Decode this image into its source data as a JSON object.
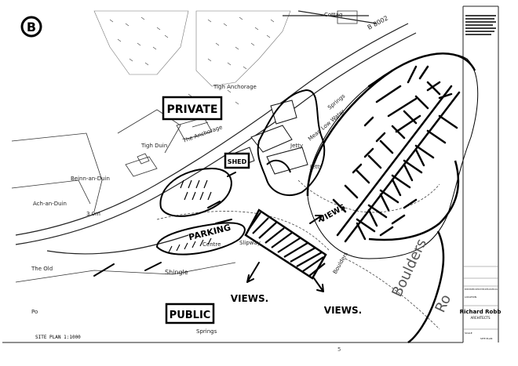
{
  "sheet": {
    "circle_mark": "B",
    "footer_left": "SITE PLAN 1:1000",
    "footer_center": "5"
  },
  "annotations": {
    "private": "PRIVATE",
    "public": "PUBLIC",
    "parking": "PARKING",
    "views_right": "VIEWS",
    "views_bottom_left": "VIEWS.",
    "views_bottom_right": "VIEWS.",
    "shed": "SHED"
  },
  "place_names": {
    "cottage": "Cottag",
    "b8002": "B 8002",
    "tigh_anchorage": "Tigh Anchorage",
    "the_anchorage": "The Anchorage",
    "tigh_duin": "Tigh Duin",
    "beinn_an_duin": "Beinn-an-Duin",
    "ach_an_duin": "Ach-an-Duin",
    "ach_an_duin_level": "3.0m",
    "shingle": "Shingle",
    "springs_top": "Springs",
    "mean_low_water": "Mean Low Water",
    "jetty_1": "Jetty",
    "jetty_2": "Jetty",
    "centre": "Centre",
    "slipway": "Slipway",
    "boulders_small": "Boulders",
    "boulders_large": "Boulders",
    "rocks": "Ro",
    "springs_bottom": "Springs",
    "the_old": "The Old",
    "po": "Po"
  },
  "title_block": {
    "description": "PROPOSED DEVELOPMENT AT ARDFERN YACHT CENTRE, ARDFERN, LOCHGILPHEAD, ARGYLL",
    "firm_name": "Richard Robb",
    "firm_sub": "ARCHITECTS",
    "location_label": "LOCATION",
    "scale_label": "SCALE",
    "drawing_no": "SITE PLAN"
  }
}
